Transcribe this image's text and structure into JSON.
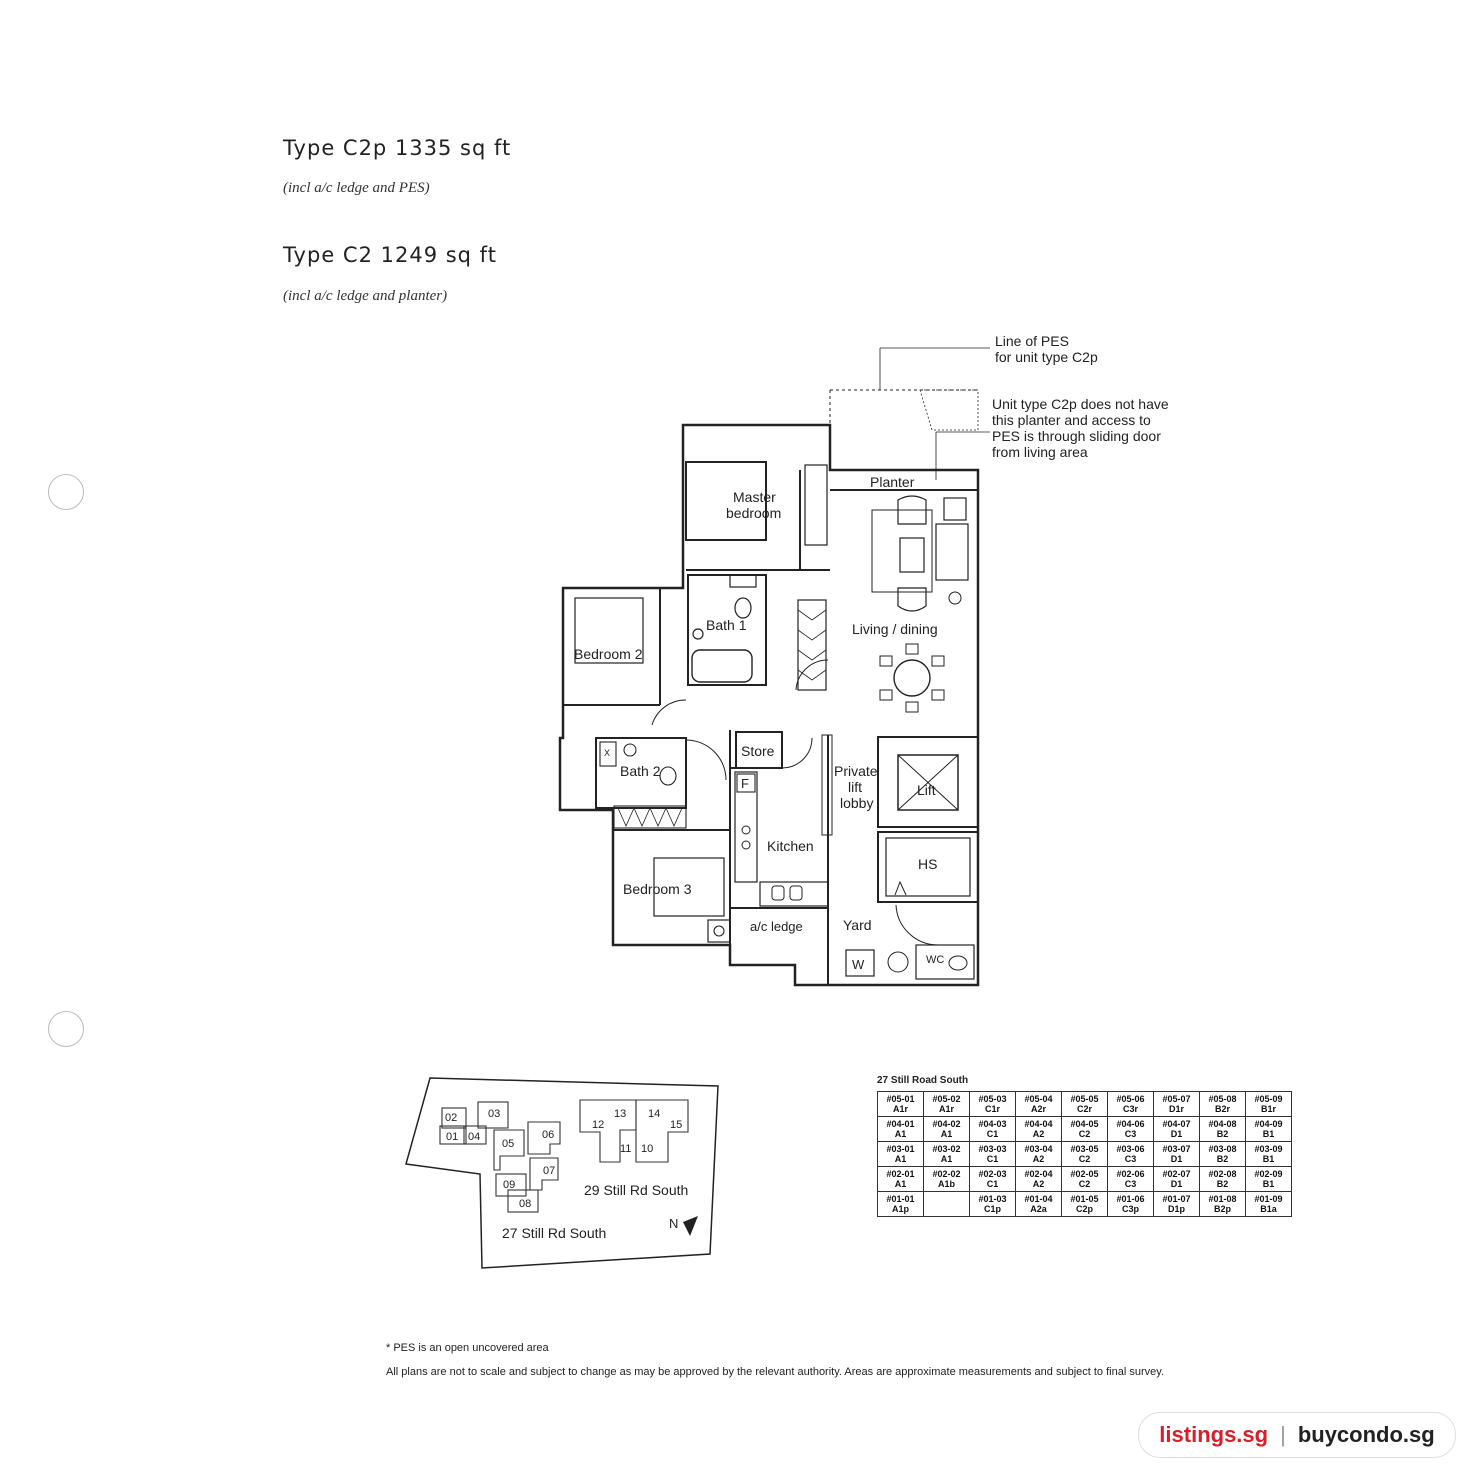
{
  "header": {
    "type1": "Type C2p 1335 sq ft",
    "type1_note": "(incl a/c ledge and PES)",
    "type2": "Type C2 1249 sq ft",
    "type2_note": "(incl a/c ledge and planter)"
  },
  "callouts": {
    "pes_line": [
      "Line of PES",
      "for unit type C2p"
    ],
    "planter_note": [
      "Unit type C2p does not have",
      "this planter and access to",
      "PES is through sliding door",
      "from living area"
    ]
  },
  "rooms": {
    "planter": "Planter",
    "master_bedroom": [
      "Master",
      "bedroom"
    ],
    "bath1": "Bath 1",
    "bedroom2": "Bedroom 2",
    "living_dining": "Living / dining",
    "store": "Store",
    "bath2": "Bath 2",
    "private_lift_lobby": [
      "Private",
      "lift",
      "lobby"
    ],
    "lift": "Lift",
    "kitchen": "Kitchen",
    "hs": "HS",
    "bedroom3": "Bedroom 3",
    "ac_ledge": "a/c ledge",
    "yard": "Yard",
    "w": "W",
    "wc": "WC",
    "f": "F",
    "x": "X"
  },
  "site_plan": {
    "blocks": [
      "02",
      "03",
      "01",
      "04",
      "05",
      "06",
      "07",
      "09",
      "08",
      "12",
      "13",
      "14",
      "15",
      "11",
      "10"
    ],
    "label_29": "29 Still Rd South",
    "label_27": "27 Still Rd South",
    "north": "N"
  },
  "unit_table": {
    "title": "27 Still Road South",
    "rows": [
      [
        [
          "#05-01",
          "A1r"
        ],
        [
          "#05-02",
          "A1r"
        ],
        [
          "#05-03",
          "C1r"
        ],
        [
          "#05-04",
          "A2r"
        ],
        [
          "#05-05",
          "C2r"
        ],
        [
          "#05-06",
          "C3r"
        ],
        [
          "#05-07",
          "D1r"
        ],
        [
          "#05-08",
          "B2r"
        ],
        [
          "#05-09",
          "B1r"
        ]
      ],
      [
        [
          "#04-01",
          "A1"
        ],
        [
          "#04-02",
          "A1"
        ],
        [
          "#04-03",
          "C1"
        ],
        [
          "#04-04",
          "A2"
        ],
        [
          "#04-05",
          "C2"
        ],
        [
          "#04-06",
          "C3"
        ],
        [
          "#04-07",
          "D1"
        ],
        [
          "#04-08",
          "B2"
        ],
        [
          "#04-09",
          "B1"
        ]
      ],
      [
        [
          "#03-01",
          "A1"
        ],
        [
          "#03-02",
          "A1"
        ],
        [
          "#03-03",
          "C1"
        ],
        [
          "#03-04",
          "A2"
        ],
        [
          "#03-05",
          "C2"
        ],
        [
          "#03-06",
          "C3"
        ],
        [
          "#03-07",
          "D1"
        ],
        [
          "#03-08",
          "B2"
        ],
        [
          "#03-09",
          "B1"
        ]
      ],
      [
        [
          "#02-01",
          "A1"
        ],
        [
          "#02-02",
          "A1b"
        ],
        [
          "#02-03",
          "C1"
        ],
        [
          "#02-04",
          "A2"
        ],
        [
          "#02-05",
          "C2"
        ],
        [
          "#02-06",
          "C3"
        ],
        [
          "#02-07",
          "D1"
        ],
        [
          "#02-08",
          "B2"
        ],
        [
          "#02-09",
          "B1"
        ]
      ],
      [
        [
          "#01-01",
          "A1p"
        ],
        [
          "",
          ""
        ],
        [
          "#01-03",
          "C1p"
        ],
        [
          "#01-04",
          "A2a"
        ],
        [
          "#01-05",
          "C2p"
        ],
        [
          "#01-06",
          "C3p"
        ],
        [
          "#01-07",
          "D1p"
        ],
        [
          "#01-08",
          "B2p"
        ],
        [
          "#01-09",
          "B1a"
        ]
      ]
    ]
  },
  "footnotes": {
    "pes": "* PES is an open uncovered area",
    "disclaimer": "All plans are not to scale and subject to change as may be approved by the relevant authority. Areas are approximate measurements and subject to final survey."
  },
  "branding": {
    "left": "listings.sg",
    "separator": "|",
    "right": "buycondo.sg",
    "left_color": "#d6202a"
  }
}
